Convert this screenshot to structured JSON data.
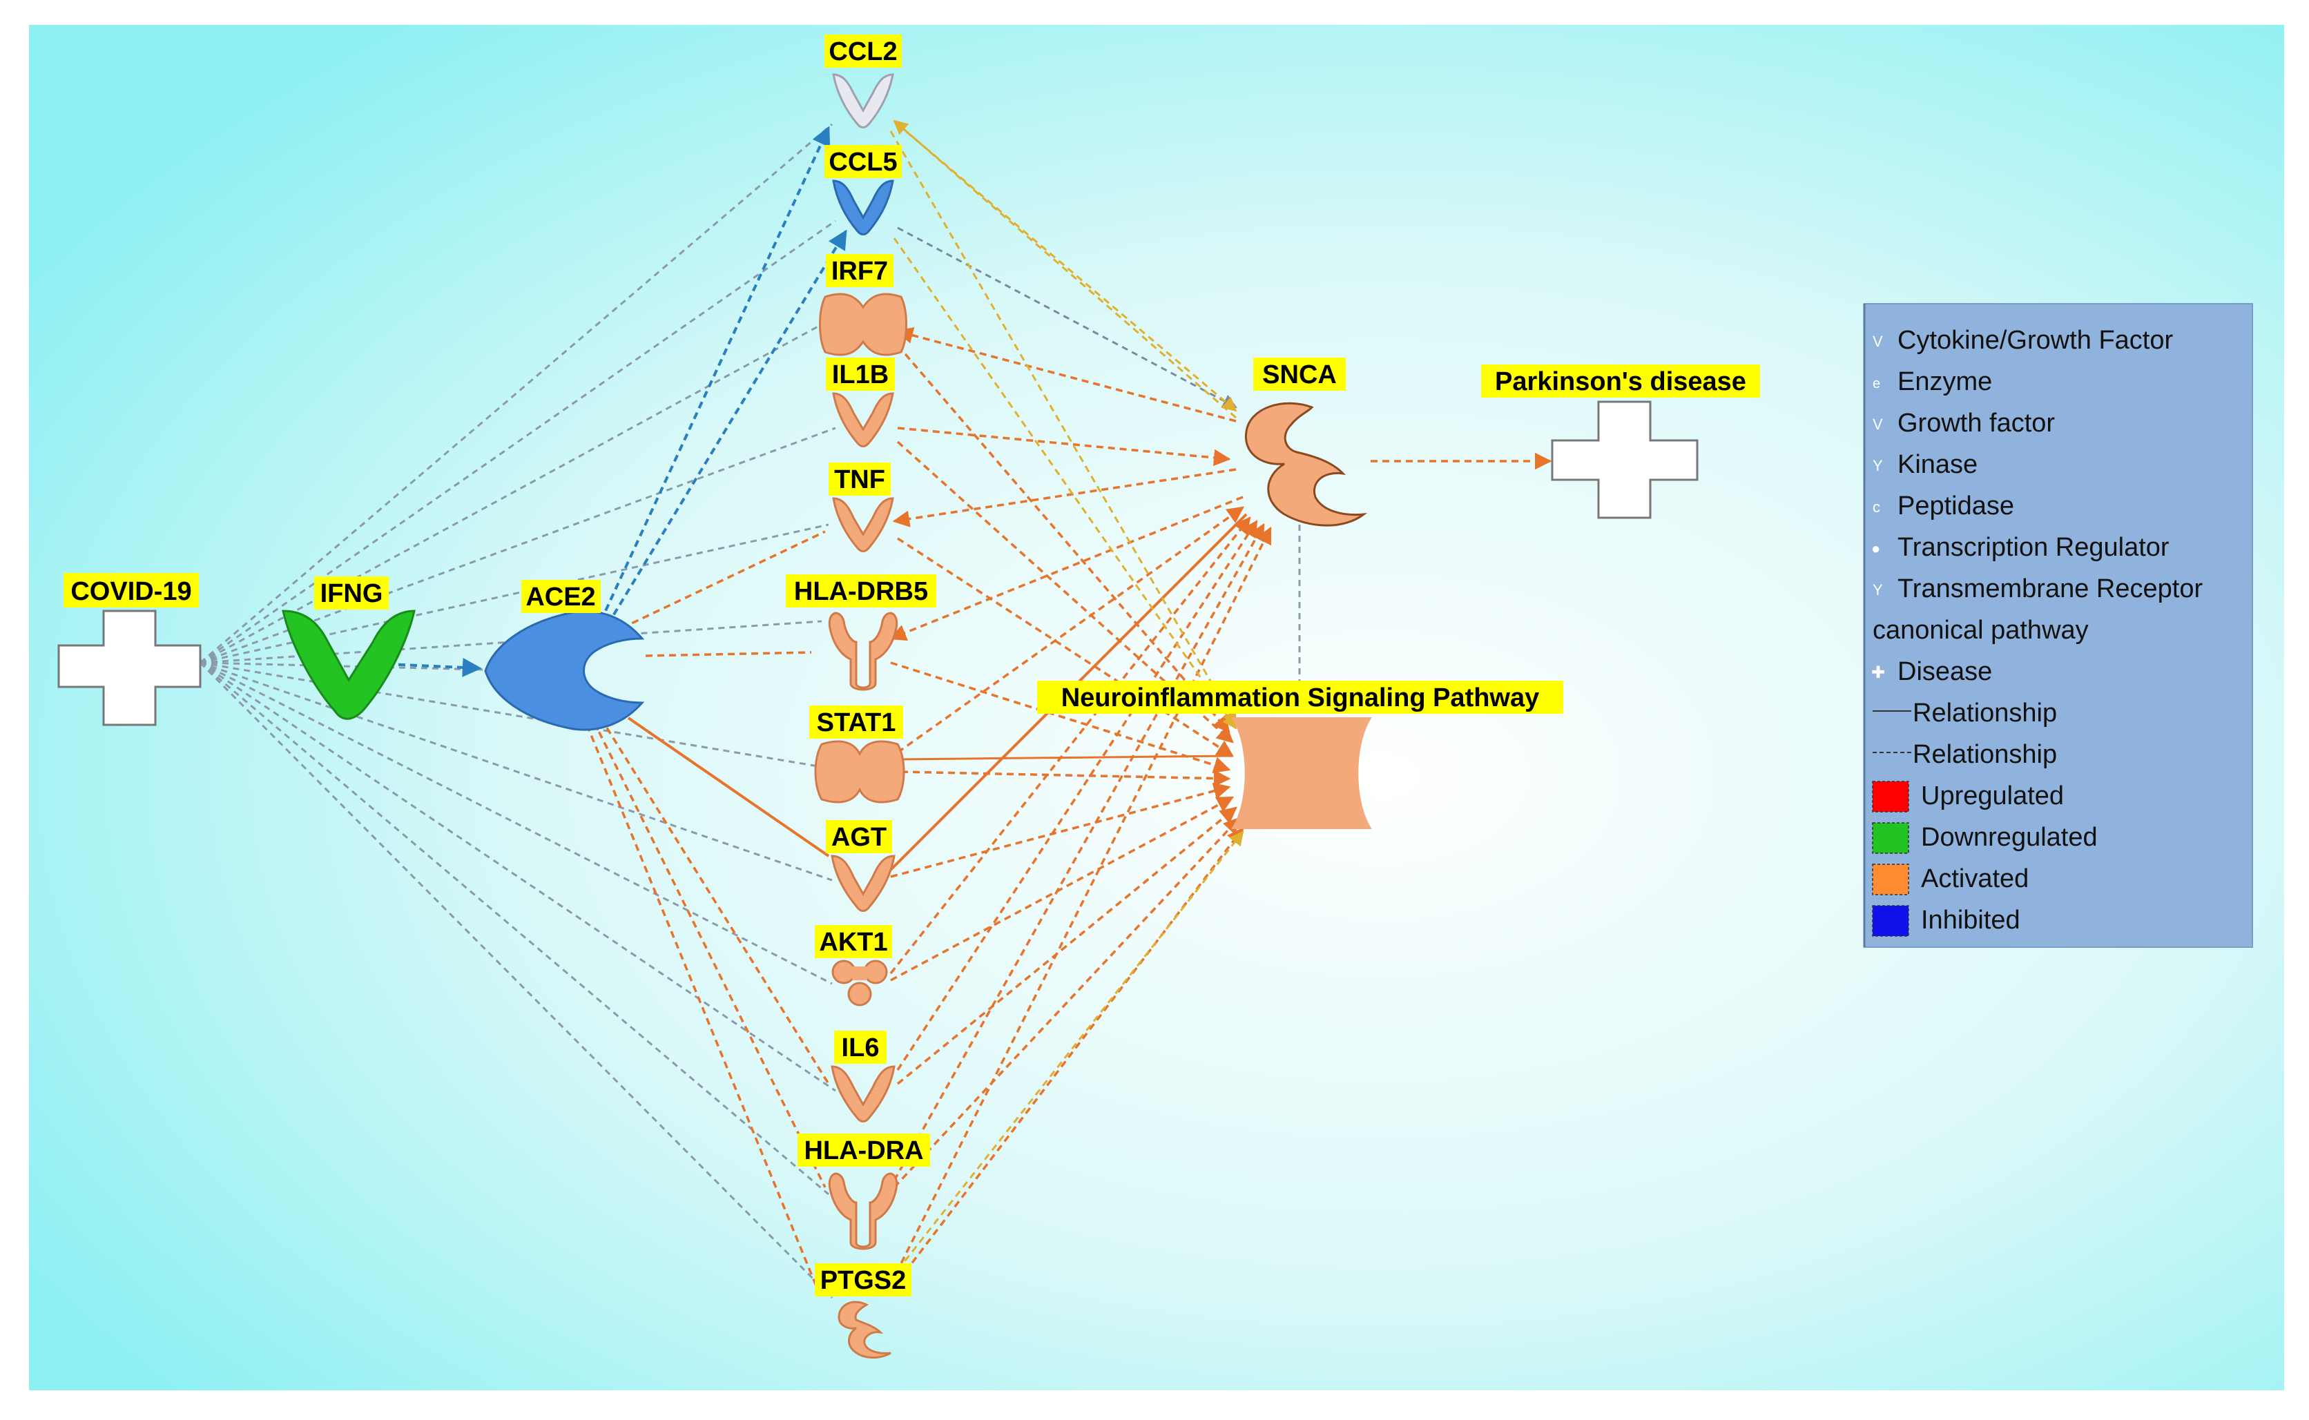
{
  "nodes": {
    "covid19": {
      "label": "COVID-19",
      "type": "Disease"
    },
    "ifng": {
      "label": "IFNG",
      "type": "Cytokine/Growth Factor"
    },
    "ace2": {
      "label": "ACE2",
      "type": "Peptidase"
    },
    "ccl2": {
      "label": "CCL2",
      "type": "Cytokine/Growth Factor"
    },
    "ccl5": {
      "label": "CCL5",
      "type": "Cytokine/Growth Factor"
    },
    "irf7": {
      "label": "IRF7",
      "type": "Transcription Regulator"
    },
    "il1b": {
      "label": "IL1B",
      "type": "Cytokine/Growth Factor"
    },
    "tnf": {
      "label": "TNF",
      "type": "Cytokine/Growth Factor"
    },
    "hladrb5": {
      "label": "HLA-DRB5",
      "type": "Transmembrane Receptor"
    },
    "stat1": {
      "label": "STAT1",
      "type": "Transcription Regulator"
    },
    "agt": {
      "label": "AGT",
      "type": "Growth factor"
    },
    "akt1": {
      "label": "AKT1",
      "type": "Kinase"
    },
    "il6": {
      "label": "IL6",
      "type": "Cytokine/Growth Factor"
    },
    "hladra": {
      "label": "HLA-DRA",
      "type": "Transmembrane Receptor"
    },
    "ptgs2": {
      "label": "PTGS2",
      "type": "Enzyme"
    },
    "snca": {
      "label": "SNCA",
      "type": "Enzyme"
    },
    "parkinsons": {
      "label": "Parkinson's disease",
      "type": "Disease"
    },
    "neuro": {
      "label": "Neuroinflammation Signaling Pathway",
      "type": "canonical pathway"
    }
  },
  "legend": {
    "items": [
      {
        "icon": "cytokine-icon",
        "label": "Cytokine/Growth Factor"
      },
      {
        "icon": "enzyme-icon",
        "label": "Enzyme"
      },
      {
        "icon": "growth-factor-icon",
        "label": "Growth factor"
      },
      {
        "icon": "kinase-icon",
        "label": "Kinase"
      },
      {
        "icon": "peptidase-icon",
        "label": "Peptidase"
      },
      {
        "icon": "transcription-regulator-icon",
        "label": "Transcription Regulator"
      },
      {
        "icon": "transmembrane-receptor-icon",
        "label": "Transmembrane Receptor"
      },
      {
        "icon": "",
        "label": "canonical pathway"
      },
      {
        "icon": "disease-icon",
        "label": "Disease"
      },
      {
        "icon": "solid-line-icon",
        "label": "Relationship"
      },
      {
        "icon": "dashed-line-icon",
        "label": "Relationship"
      }
    ],
    "colors": [
      {
        "label": "Upregulated",
        "color": "#ff0000"
      },
      {
        "label": "Downregulated",
        "color": "#22c322"
      },
      {
        "label": "Activated",
        "color": "#ff8c32"
      },
      {
        "label": "Inhibited",
        "color": "#1010e8"
      }
    ]
  },
  "colors": {
    "orange_fill": "#f4a97a",
    "orange_line": "#e8742c",
    "blue_fill": "#4a8fe0",
    "green_fill": "#22c322",
    "light_fill": "#e8e8f0",
    "label_bg": "#ffff00",
    "legend_bg": "#8fb3dc"
  }
}
